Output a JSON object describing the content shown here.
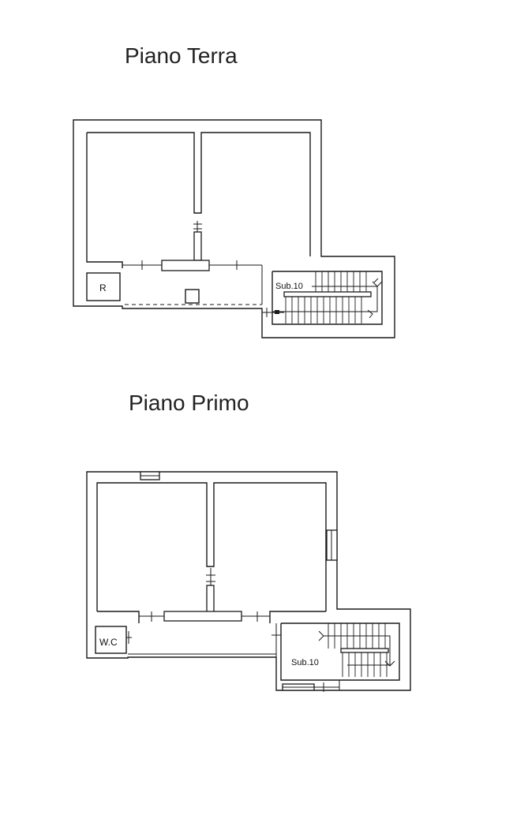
{
  "floors": {
    "ground": {
      "title": "Piano Terra",
      "room_r_label": "R",
      "stair_label": "Sub.10"
    },
    "first": {
      "title": "Piano Primo",
      "wc_label": "W.C",
      "stair_label": "Sub.10"
    }
  }
}
